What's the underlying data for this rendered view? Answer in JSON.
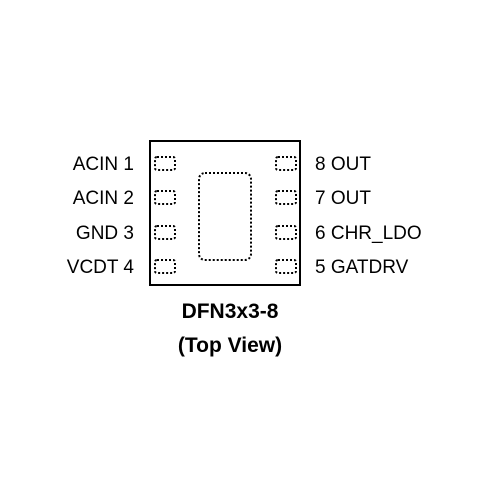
{
  "package": {
    "name": "DFN3x3-8",
    "view": "(Top View)"
  },
  "pins": {
    "left": [
      {
        "number": "1",
        "label": "ACIN 1"
      },
      {
        "number": "2",
        "label": "ACIN 2"
      },
      {
        "number": "3",
        "label": "GND 3"
      },
      {
        "number": "4",
        "label": "VCDT 4"
      }
    ],
    "right": [
      {
        "number": "8",
        "label": "8 OUT"
      },
      {
        "number": "7",
        "label": "7 OUT"
      },
      {
        "number": "6",
        "label": "6 CHR_LDO"
      },
      {
        "number": "5",
        "label": "5 GATDRV"
      }
    ]
  },
  "colors": {
    "stroke": "#000000",
    "background": "#ffffff"
  }
}
